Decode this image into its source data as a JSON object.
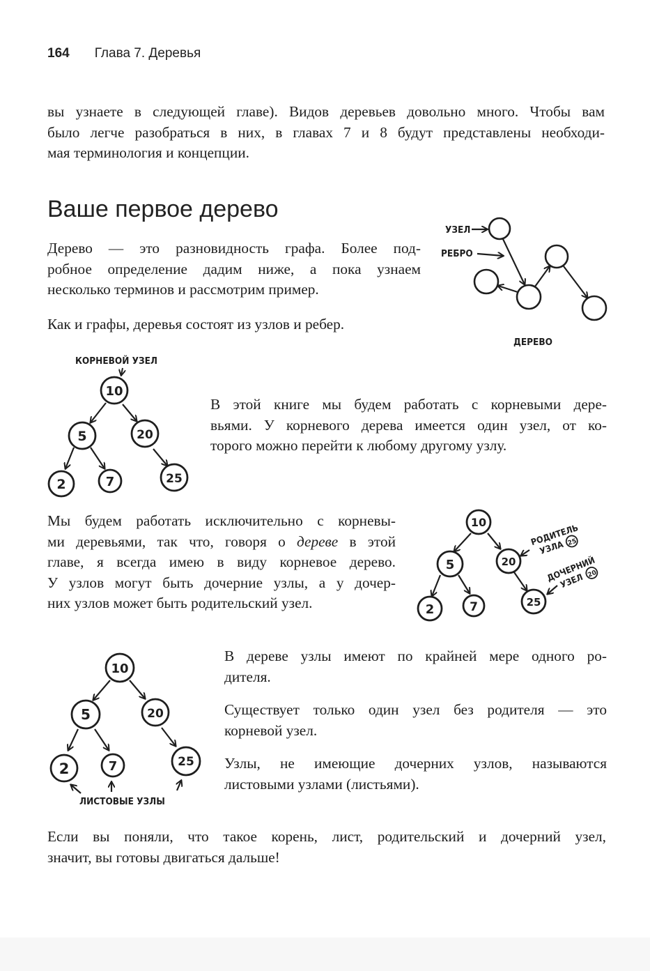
{
  "header": {
    "page_number": "164",
    "chapter": "Глава 7. Деревья"
  },
  "intro": {
    "l1": "вы узнаете в следующей главе). Видов деревьев довольно много. Чтобы вам",
    "l2": "было легче разобраться в них, в главах 7 и 8 будут представлены необходи-",
    "l3": "мая терминология и концепции."
  },
  "section_title": "Ваше первое дерево",
  "p1": {
    "l1": "Дерево — это разновидность графа. Более под-",
    "l2": "робное определение дадим ниже, а пока узнаем",
    "l3": "несколько терминов и рассмотрим пример."
  },
  "p2": "Как и графы, деревья состоят из узлов и ребер.",
  "p3": {
    "l1": "В этой книге мы будем работать с корневыми дере-",
    "l2": "вьями. У корневого дерева имеется один узел, от ко-",
    "l3": "торого можно перейти к любому другому узлу."
  },
  "p4": {
    "l1": "Мы будем работать исключительно с корневы-",
    "l2a": "ми деревьями, так что, говоря о ",
    "l2em": "дереве",
    "l2b": " в этой",
    "l3": "главе, я всегда имею в виду корневое дерево.",
    "l4": "У узлов могут быть дочерние узлы, а у дочер-",
    "l5": "них узлов может быть родительский узел."
  },
  "p5": {
    "l1": "В дереве узлы имеют по крайней мере одного ро-",
    "l2": "дителя."
  },
  "p6": {
    "l1": "Существует только один узел без родителя — это",
    "l2": "корневой узел."
  },
  "p7": {
    "l1": "Узлы, не имеющие дочерних узлов, называются",
    "l2": "листовыми узлами (листьями)."
  },
  "p8": {
    "l1": "Если вы поняли, что такое корень, лист, родительский и дочерний узел,",
    "l2": "значит, вы готовы двигаться дальше!"
  },
  "fig1": {
    "node_label": "УЗЕЛ",
    "edge_label": "РЕБРО",
    "caption": "ДЕРЕВО"
  },
  "fig2": {
    "label": "КОРНЕВОЙ УЗЕЛ",
    "n10": "10",
    "n5": "5",
    "n20": "20",
    "n2": "2",
    "n7": "7",
    "n25": "25"
  },
  "fig3": {
    "parent_label": "РОДИТЕЛЬ",
    "parent_sub": "УЗЛА",
    "parent_ref": "25",
    "child_label": "ДОЧЕРНИЙ",
    "child_sub": "УЗЕЛ",
    "child_ref": "20",
    "n10": "10",
    "n5": "5",
    "n20": "20",
    "n2": "2",
    "n7": "7",
    "n25": "25"
  },
  "fig4": {
    "label": "ЛИСТОВЫЕ УЗЛЫ",
    "n10": "10",
    "n5": "5",
    "n20": "20",
    "n2": "2",
    "n7": "7",
    "n25": "25"
  }
}
